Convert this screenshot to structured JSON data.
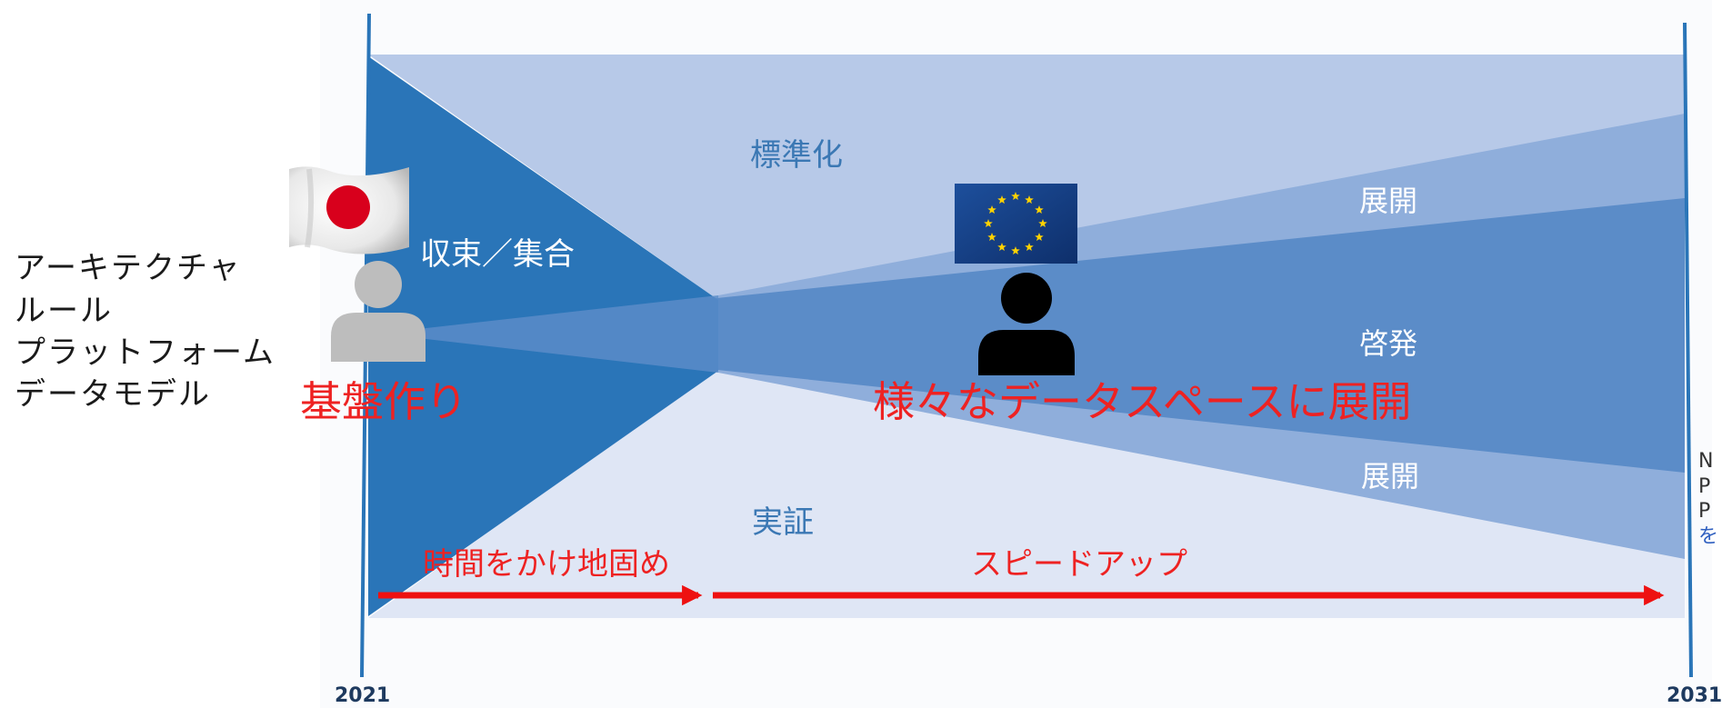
{
  "left_labels": [
    "アーキテクチャ",
    "ルール",
    "プラットフォーム",
    "データモデル"
  ],
  "regions": {
    "standardization": "標準化",
    "convergence": "収束／集合",
    "deploy_top": "展開",
    "awareness": "啓発",
    "deploy_bottom": "展開",
    "demonstration": "実証"
  },
  "phases": {
    "foundation": "基盤作り",
    "expansion": "様々なデータスペースに展開"
  },
  "arrows": {
    "slow": "時間をかけ地固め",
    "fast": "スピードアップ"
  },
  "years": {
    "start": "2021",
    "end": "2031"
  },
  "right_cut_text": [
    "N",
    "P",
    "P",
    "を"
  ],
  "icons": [
    "japan-flag-icon",
    "eu-flag-icon",
    "person-gray-icon",
    "person-black-icon"
  ],
  "colors": {
    "band_light": "#b7c9e8",
    "band_pale": "#dfe6f5",
    "band_mid": "#8faedb",
    "band_dark": "#5b8cc8",
    "wedge": "#2a75b8",
    "arrow": "#ee1111",
    "phase_text": "#ee2222",
    "zone_text": "#3b78b4"
  }
}
